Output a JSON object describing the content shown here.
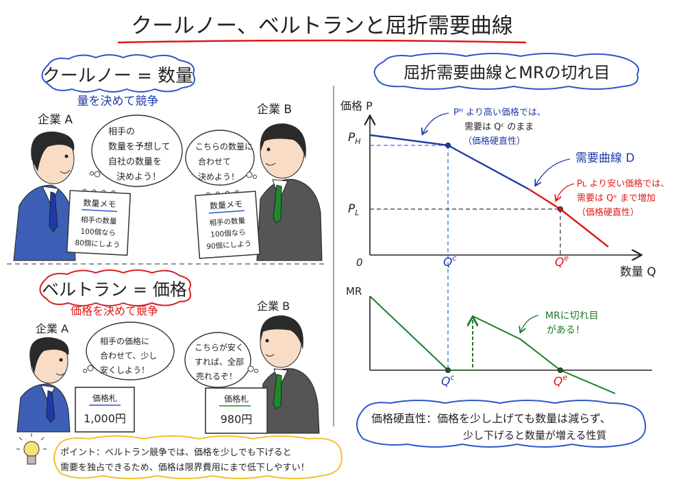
{
  "title": "クールノー、ベルトランと屈折需要曲線",
  "cournot": {
    "heading": "クールノー = 数量",
    "subtitle": "量を決めて競争",
    "firm_a": "企業 A",
    "firm_b": "企業 B",
    "bubble_a": [
      "相手の",
      "数量を予想して",
      "自社の数量を",
      "決めよう！"
    ],
    "bubble_b": [
      "こちらの数量に",
      "合わせて",
      "決めよう！"
    ],
    "memo_a": {
      "title": "数量メモ",
      "lines": [
        "相手の数量",
        "100個なら",
        "80個にしよう"
      ]
    },
    "memo_b": {
      "title": "数量メモ",
      "lines": [
        "相手の数量",
        "100個なら",
        "90個にしよう"
      ]
    }
  },
  "bertrand": {
    "heading": "ベルトラン = 価格",
    "subtitle": "価格を決めて競争",
    "firm_a": "企業 A",
    "firm_b": "企業 B",
    "bubble_a": [
      "相手の価格に",
      "合わせて、少し",
      "安くしよう！"
    ],
    "bubble_b": [
      "こちらが安く",
      "すれば、全部",
      "売れるぞ！"
    ],
    "tag_a": {
      "title": "価格札",
      "price": "1,000円"
    },
    "tag_b": {
      "title": "価格札",
      "price": "980円"
    }
  },
  "point": {
    "icon": "lightbulb-icon",
    "lines": [
      "ポイント：ベルトラン競争では、価格を少しでも下げると",
      "需要を独占できるため、価格は限界費用にまで低下しやすい！"
    ]
  },
  "kinked": {
    "heading": "屈折需要曲線とMRの切れ目",
    "demand_chart": {
      "y_label": "価格 P",
      "x_label": "数量 Q",
      "origin": "0",
      "ph": {
        "main": "P",
        "sub": "H"
      },
      "pl": {
        "main": "P",
        "sub": "L"
      },
      "qc": {
        "main": "Q",
        "sup": "c"
      },
      "qe": {
        "main": "Q",
        "sup": "e"
      },
      "note_high": {
        "lines": [
          "Pᴴ より高い価格では、",
          "需要は Qᶜ のまま",
          "（価格硬直性）"
        ]
      },
      "curve_label": "需要曲線 D",
      "note_low": {
        "lines": [
          "Pʟ より安い価格では、",
          "需要は Qᵉ まで増加",
          "（価格硬直性）"
        ]
      }
    },
    "mr_chart": {
      "y_label": "MR",
      "qc": {
        "main": "Q",
        "sup": "c"
      },
      "qe": {
        "main": "Q",
        "sup": "e"
      },
      "note": [
        "MRに切れ目",
        "がある！"
      ]
    },
    "definition": {
      "lines": [
        "価格硬直性：価格を少し上げても数量は減らず、",
        "少し下げると数量が増える性質"
      ]
    }
  },
  "colors": {
    "blue": "#1f3aa8",
    "red": "#e01818",
    "green": "#1d7a2a",
    "yellow": "#f2c12e",
    "ink": "#222222"
  }
}
